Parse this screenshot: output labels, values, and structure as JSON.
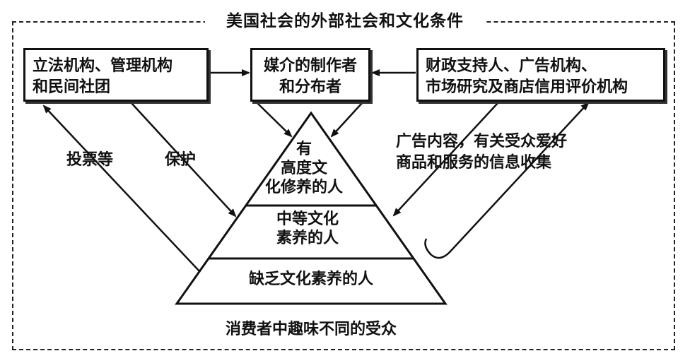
{
  "frame": {
    "title": "美国社会的外部社会和文化条件"
  },
  "boxes": {
    "left": {
      "line1": "立法机构、管理机构",
      "line2": "和民间社团"
    },
    "middle": {
      "line1": "媒介的制作者",
      "line2": "和分布者"
    },
    "right": {
      "line1": "财政支持人、广告机构、",
      "line2": "市场研究及商店信用评价机构"
    }
  },
  "labels": {
    "vote": "投票等",
    "protect": "保护",
    "info_line1": "广告内容，有关受众爱好",
    "info_line2": "商品和服务的信息收集"
  },
  "pyramid": {
    "top_line1": "有",
    "top_line2": "高度文",
    "top_line3": "化修养的人",
    "middle_line1": "中等文化",
    "middle_line2": "素养的人",
    "bottom": "缺乏文化素养的人"
  },
  "caption": "消费者中趣味不同的受众"
}
